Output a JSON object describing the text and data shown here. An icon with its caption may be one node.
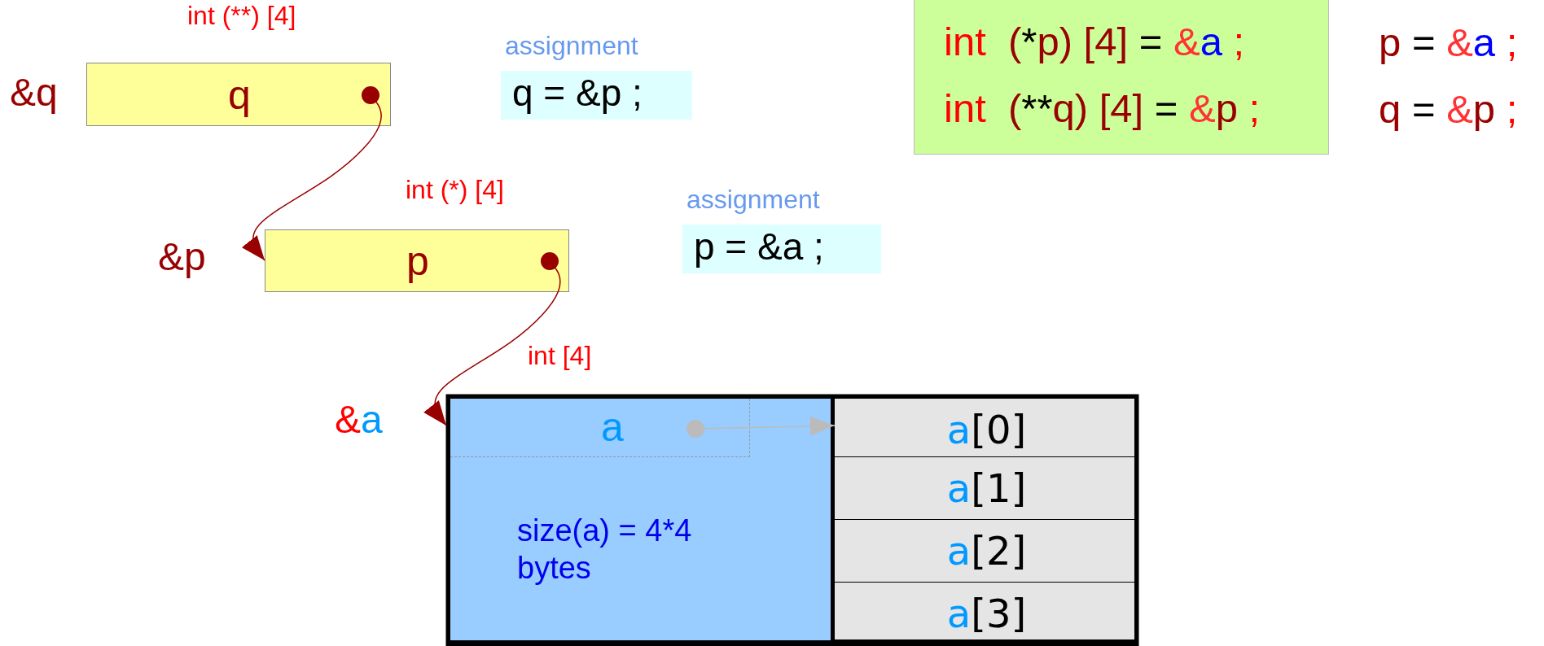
{
  "diagram": {
    "nodes": [
      {
        "text": [
          "q"
        ],
        "beside": [
          "int (**) [4]",
          "&q"
        ]
      },
      {
        "text": [
          "assignment",
          "q = &p ;"
        ]
      },
      {
        "text": [
          "int (*p) [4] = &a ;",
          "int (**q) [4] = &p ;"
        ]
      },
      {
        "text": [
          "p"
        ],
        "beside": [
          "int (*) [4]",
          "&p"
        ]
      },
      {
        "text": [
          "assignment",
          "p = &a ;"
        ]
      },
      {
        "text": [
          "a",
          "size(a) = 4*4 bytes"
        ],
        "beside": [
          "int [4]",
          "&a"
        ]
      },
      {
        "text": [
          "a[0]"
        ]
      },
      {
        "text": [
          "a[1]"
        ]
      },
      {
        "text": [
          "a[2]"
        ]
      },
      {
        "text": [
          "a[3]"
        ]
      }
    ],
    "edges": [
      {
        "from": 0,
        "to": 3,
        "arrow": "to"
      },
      {
        "from": 3,
        "to": 5,
        "arrow": "to"
      },
      {
        "from": 5,
        "to": 6,
        "arrow": "to",
        "color": "#bbbbbb"
      }
    ],
    "labels": [
      "p = &a ;",
      "q = &p ;"
    ]
  }
}
